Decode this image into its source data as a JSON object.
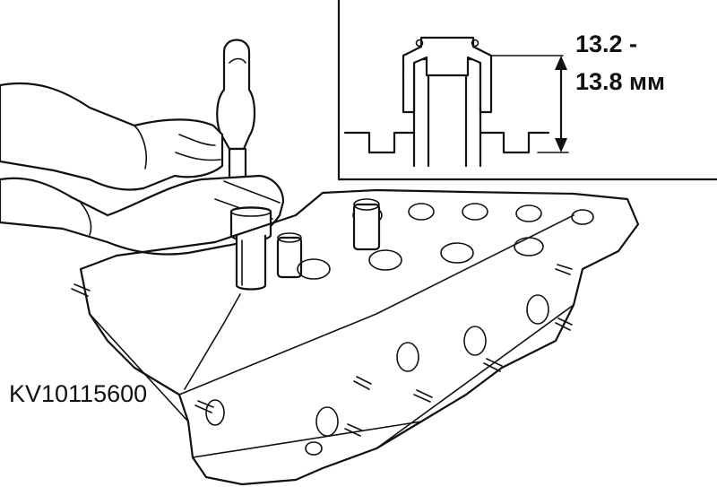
{
  "dimension": {
    "line1": "13.2 -",
    "line2": "13.8 мм"
  },
  "tool": {
    "part_number": "KV10115600"
  }
}
